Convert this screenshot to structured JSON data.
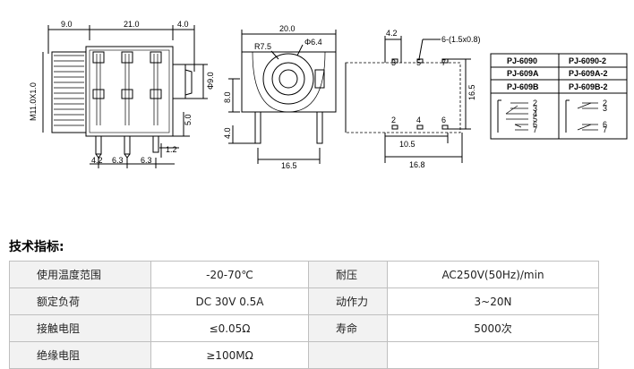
{
  "side_view": {
    "dim_top": [
      "9.0",
      "21.0",
      "4.0"
    ],
    "thread_label": "M11.0X1.0",
    "dim_right_vertical": "Φ9.0",
    "dim_5": "5.0",
    "dim_bottom": [
      "4.2",
      "6.3",
      "6.3",
      "1.2"
    ]
  },
  "front_view": {
    "width": "20.0",
    "radius": "R7.5",
    "hole": "Φ6.4",
    "height_8": "8.0",
    "height_4": "4.0",
    "bottom_width": "16.5"
  },
  "bottom_view": {
    "dim_42": "4.2",
    "holes": "6-(1.5x0.8)",
    "pins_top": [
      "3",
      "5",
      "7"
    ],
    "pins_bottom": [
      "2",
      "4",
      "6"
    ],
    "height": "16.5",
    "dim_105": "10.5",
    "dim_168": "16.8"
  },
  "model_table": {
    "left": [
      "PJ-6090",
      "PJ-609A",
      "PJ-609B"
    ],
    "right": [
      "PJ-6090-2",
      "PJ-609A-2",
      "PJ-609B-2"
    ],
    "schematic_left_pins": [
      "2",
      "3",
      "4",
      "5",
      "6",
      "7"
    ],
    "schematic_right_pins": [
      "2",
      "3",
      "6",
      "7"
    ]
  },
  "spec_title": "技术指标:",
  "specs": [
    {
      "label1": "使用温度范围",
      "value1": "-20-70℃",
      "label2": "耐压",
      "value2": "AC250V(50Hz)/min"
    },
    {
      "label1": "额定负荷",
      "value1": "DC 30V 0.5A",
      "label2": "动作力",
      "value2": "3~20N"
    },
    {
      "label1": "接触电阻",
      "value1": "≤0.05Ω",
      "label2": "寿命",
      "value2": "5000次"
    },
    {
      "label1": "绝缘电阻",
      "value1": "≥100MΩ",
      "label2": "",
      "value2": ""
    }
  ]
}
